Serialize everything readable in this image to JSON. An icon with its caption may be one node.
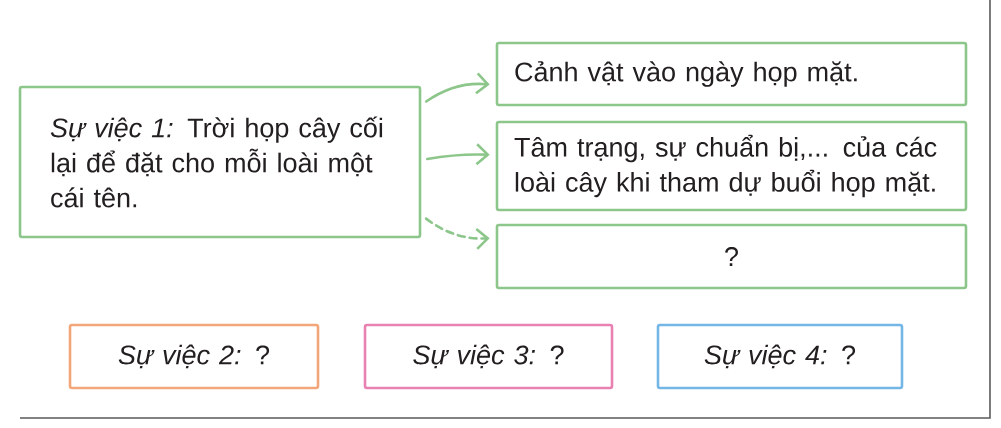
{
  "diagram": {
    "nodes": [
      {
        "text": [
          "*Sự việc 1:* Trời họp cây cối lại để đặt cho mỗi loài một cái tên."
        ]
      },
      {
        "text": [
          "Cảnh vật vào ngày họp mặt."
        ]
      },
      {
        "text": [
          "Tâm trạng, sự chuẩn bị,... của các loài cây khi tham dự buổi họp mặt."
        ]
      },
      {
        "text": [
          "?"
        ]
      },
      {
        "text": [
          "*Sự việc 2:* ?"
        ]
      },
      {
        "text": [
          "*Sự việc 3:* ?"
        ]
      },
      {
        "text": [
          "*Sự việc 4:* ?"
        ]
      }
    ],
    "edges": [
      {
        "from": 0,
        "to": 1,
        "arrow": "to"
      },
      {
        "from": 0,
        "to": 2,
        "arrow": "to"
      },
      {
        "from": 0,
        "to": 3,
        "arrow": "to",
        "style": "dashed"
      }
    ]
  }
}
